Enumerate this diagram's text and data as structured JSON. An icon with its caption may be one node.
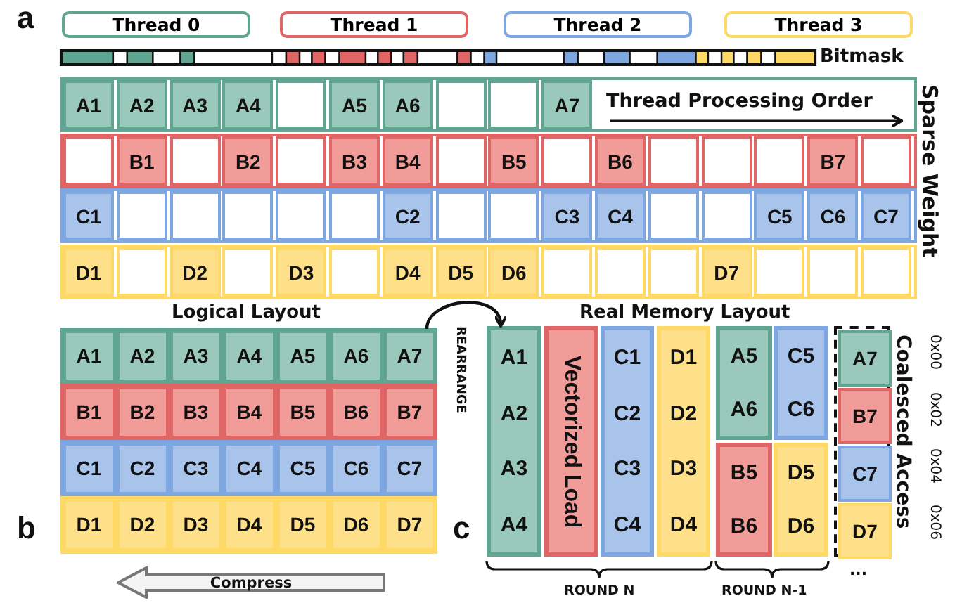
{
  "diagram": {
    "nodes": [
      {
        "text": [
          "Thread 0"
        ]
      },
      {
        "text": [
          "Thread 1"
        ]
      },
      {
        "text": [
          "Thread 2"
        ]
      },
      {
        "text": [
          "Thread 3"
        ]
      },
      {
        "text": [
          "A1"
        ]
      },
      {
        "text": [
          "A2"
        ]
      },
      {
        "text": [
          "A3"
        ]
      },
      {
        "text": [
          "A4"
        ]
      },
      {
        "text": [],
        "shape": "box"
      },
      {
        "text": [
          "A5"
        ]
      },
      {
        "text": [
          "A6"
        ]
      },
      {
        "text": [],
        "shape": "box"
      },
      {
        "text": [],
        "shape": "box"
      },
      {
        "text": [
          "A7"
        ]
      },
      {
        "text": [],
        "shape": "box"
      },
      {
        "text": [
          "B1"
        ]
      },
      {
        "text": [],
        "shape": "box"
      },
      {
        "text": [
          "B2"
        ]
      },
      {
        "text": [],
        "shape": "box"
      },
      {
        "text": [
          "B3"
        ]
      },
      {
        "text": [
          "B4"
        ]
      },
      {
        "text": [],
        "shape": "box"
      },
      {
        "text": [
          "B5"
        ]
      },
      {
        "text": [],
        "shape": "box"
      },
      {
        "text": [
          "B6"
        ]
      },
      {
        "text": [],
        "shape": "box"
      },
      {
        "text": [],
        "shape": "box"
      },
      {
        "text": [],
        "shape": "box"
      },
      {
        "text": [
          "B7"
        ]
      },
      {
        "text": [],
        "shape": "box"
      },
      {
        "text": [
          "C1"
        ]
      },
      {
        "text": [],
        "shape": "box"
      },
      {
        "text": [],
        "shape": "box"
      },
      {
        "text": [],
        "shape": "box"
      },
      {
        "text": [],
        "shape": "box"
      },
      {
        "text": [],
        "shape": "box"
      },
      {
        "text": [
          "C2"
        ]
      },
      {
        "text": [],
        "shape": "box"
      },
      {
        "text": [],
        "shape": "box"
      },
      {
        "text": [
          "C3"
        ]
      },
      {
        "text": [
          "C4"
        ]
      },
      {
        "text": [],
        "shape": "box"
      },
      {
        "text": [],
        "shape": "box"
      },
      {
        "text": [
          "C5"
        ]
      },
      {
        "text": [
          "C6"
        ]
      },
      {
        "text": [
          "C7"
        ]
      },
      {
        "text": [
          "D1"
        ]
      },
      {
        "text": [],
        "shape": "box"
      },
      {
        "text": [
          "D2"
        ]
      },
      {
        "text": [],
        "shape": "box"
      },
      {
        "text": [
          "D3"
        ]
      },
      {
        "text": [],
        "shape": "box"
      },
      {
        "text": [
          "D4"
        ]
      },
      {
        "text": [
          "D5"
        ]
      },
      {
        "text": [
          "D6"
        ]
      },
      {
        "text": [],
        "shape": "box"
      },
      {
        "text": [],
        "shape": "box"
      },
      {
        "text": [],
        "shape": "box"
      },
      {
        "text": [
          "D7"
        ]
      },
      {
        "text": [],
        "shape": "box"
      },
      {
        "text": [],
        "shape": "box"
      },
      {
        "text": [],
        "shape": "box"
      },
      {
        "text": [
          "A1"
        ]
      },
      {
        "text": [
          "A2"
        ]
      },
      {
        "text": [
          "A3"
        ]
      },
      {
        "text": [
          "A4"
        ]
      },
      {
        "text": [
          "A5"
        ]
      },
      {
        "text": [
          "A6"
        ]
      },
      {
        "text": [
          "A7"
        ]
      },
      {
        "text": [
          "B1"
        ]
      },
      {
        "text": [
          "B2"
        ]
      },
      {
        "text": [
          "B3"
        ]
      },
      {
        "text": [
          "B4"
        ]
      },
      {
        "text": [
          "B5"
        ]
      },
      {
        "text": [
          "B6"
        ]
      },
      {
        "text": [
          "B7"
        ]
      },
      {
        "text": [
          "C1"
        ]
      },
      {
        "text": [
          "C2"
        ]
      },
      {
        "text": [
          "C3"
        ]
      },
      {
        "text": [
          "C4"
        ]
      },
      {
        "text": [
          "C5"
        ]
      },
      {
        "text": [
          "C6"
        ]
      },
      {
        "text": [
          "C7"
        ]
      },
      {
        "text": [
          "D1"
        ]
      },
      {
        "text": [
          "D2"
        ]
      },
      {
        "text": [
          "D3"
        ]
      },
      {
        "text": [
          "D4"
        ]
      },
      {
        "text": [
          "D5"
        ]
      },
      {
        "text": [
          "D6"
        ]
      },
      {
        "text": [
          "D7"
        ]
      },
      {
        "text": [
          "A1",
          "A2",
          "A3",
          "A4"
        ]
      },
      {
        "text": [
          "Vectorized Load"
        ]
      },
      {
        "text": [
          "C1",
          "C2",
          "C3",
          "C4"
        ]
      },
      {
        "text": [
          "D1",
          "D2",
          "D3",
          "D4"
        ]
      },
      {
        "text": [
          "A5",
          "A6"
        ]
      },
      {
        "text": [
          "C5",
          "C6"
        ]
      },
      {
        "text": [
          "B5",
          "B6"
        ]
      },
      {
        "text": [
          "D5",
          "D6"
        ]
      },
      {
        "text": [],
        "shape": "box"
      },
      {
        "text": [
          "A7"
        ],
        "in": 98
      },
      {
        "text": [
          "B7"
        ],
        "in": 98
      },
      {
        "text": [
          "C7"
        ],
        "in": 98
      },
      {
        "text": [
          "D7"
        ],
        "in": 98
      },
      {
        "text": [
          "Compress"
        ]
      }
    ],
    "edges": [
      {
        "from": 68,
        "to": 90,
        "arrow": "to"
      }
    ],
    "labels": [
      "a",
      "Bitmask",
      "Thread Processing Order",
      "Sparse Weight",
      "Logical Layout",
      "REARRANGE",
      "Real Memory Layout",
      "Coalesced Access",
      "0x00",
      "0x02",
      "0x04",
      "0x06",
      "b",
      "c",
      "...",
      "ROUND N",
      "ROUND N-1"
    ]
  }
}
